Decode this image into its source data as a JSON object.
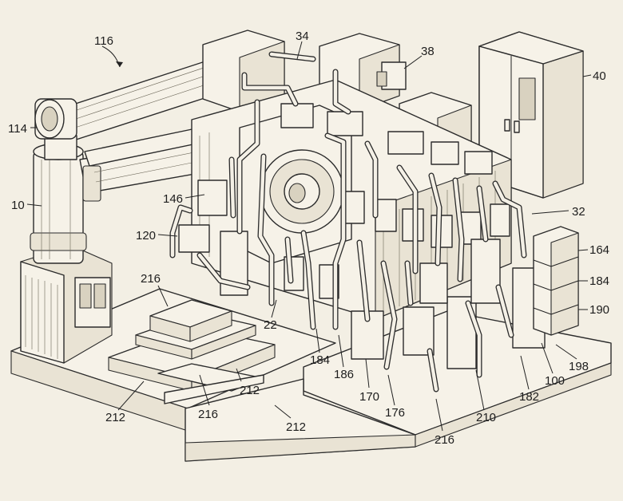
{
  "labels": {
    "l116": "116",
    "l34": "34",
    "l38": "38",
    "l40": "40",
    "l114": "114",
    "l10": "10",
    "l146": "146",
    "l120": "120",
    "l32": "32",
    "l164": "164",
    "l184a": "184",
    "l190": "190",
    "l216a": "216",
    "l22": "22",
    "l184b": "184",
    "l186": "186",
    "l198": "198",
    "l100": "100",
    "l182": "182",
    "l170": "170",
    "l176": "176",
    "l210": "210",
    "l212a": "212",
    "l216b": "216",
    "l212b": "212",
    "l212c": "212",
    "l216c": "216"
  },
  "panel_text": [
    "= =",
    "= =",
    "= =",
    "= ="
  ]
}
